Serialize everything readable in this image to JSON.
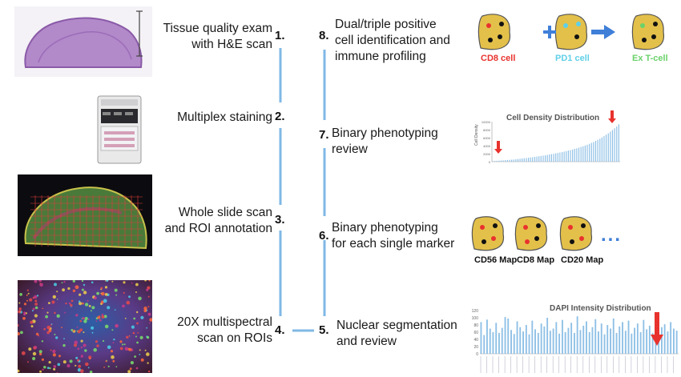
{
  "steps": [
    {
      "num": "1.",
      "text": [
        "Tissue quality exam",
        "with H&E scan"
      ]
    },
    {
      "num": "2.",
      "text": [
        "Multiplex staining"
      ]
    },
    {
      "num": "3.",
      "text": [
        "Whole slide scan",
        "and ROI annotation"
      ]
    },
    {
      "num": "4.",
      "text": [
        "20X multispectral",
        "scan on ROIs"
      ]
    },
    {
      "num": "5.",
      "text": [
        "Nuclear segmentation",
        "and review"
      ]
    },
    {
      "num": "6.",
      "text": [
        "Binary phenotyping",
        "for each single marker"
      ]
    },
    {
      "num": "7.",
      "text": [
        "Binary phenotyping",
        "review"
      ]
    },
    {
      "num": "8.",
      "text": [
        "Dual/triple positive",
        "cell identification and",
        "immune profiling"
      ]
    }
  ],
  "cell_diagram": {
    "cells": [
      {
        "label": "CD8 cell",
        "color": "#e8322d",
        "dots": [
          "#e8322d",
          "#111",
          "#111",
          "#111"
        ]
      },
      {
        "label": "PD1 cell",
        "color": "#5fd0e8",
        "dots": [
          "#5fd0e8",
          "#5fd0e8",
          "#111"
        ]
      },
      {
        "label": "Ex T-cell",
        "color": "#6ad26a",
        "dots": [
          "#6ad26a",
          "#111",
          "#111",
          "#111"
        ]
      }
    ],
    "plus_icon": "plus-icon",
    "arrow_icon": "arrow-right-icon"
  },
  "maps": {
    "labels": [
      "CD56 Map",
      "CD8 Map",
      "CD20 Map"
    ],
    "ellipsis": "..."
  },
  "colors": {
    "line": "#7fb8e6",
    "cell_fill": "#e3c04a",
    "cell_stroke": "#555",
    "bar": "#8fc0e6",
    "marker": "#e8322d",
    "plus": "#3f7fd8",
    "arrow": "#3f7fd8"
  },
  "chart_data": [
    {
      "type": "bar",
      "title": "Cell Density Distribution",
      "ylabel": "Cell Density",
      "y_ticks": [
        "10000",
        "8000",
        "6000",
        "4000",
        "2000",
        "0"
      ],
      "ylim": [
        0,
        10000
      ],
      "values": [
        150,
        180,
        220,
        260,
        300,
        340,
        380,
        420,
        460,
        500,
        560,
        620,
        680,
        740,
        800,
        860,
        920,
        990,
        1060,
        1130,
        1200,
        1280,
        1360,
        1440,
        1520,
        1610,
        1700,
        1790,
        1880,
        1980,
        2080,
        2180,
        2290,
        2400,
        2520,
        2640,
        2770,
        2900,
        3040,
        3190,
        3340,
        3500,
        3670,
        3850,
        4040,
        4240,
        4460,
        4690,
        4930,
        5190,
        5460,
        5750,
        6060,
        6390,
        6740,
        7110,
        7500,
        7920,
        8360,
        8830,
        9330
      ],
      "grid": false,
      "legend": "none"
    },
    {
      "type": "bar",
      "title": "DAPI Intensity Distribution",
      "y_ticks": [
        "120",
        "100",
        "80",
        "60",
        "40",
        "20",
        "0"
      ],
      "ylim": [
        0,
        120
      ],
      "values": [
        88,
        52,
        95,
        70,
        60,
        86,
        58,
        72,
        102,
        98,
        66,
        55,
        90,
        74,
        62,
        80,
        54,
        92,
        68,
        58,
        84,
        76,
        100,
        64,
        70,
        88,
        56,
        94,
        60,
        72,
        86,
        58,
        104,
        66,
        78,
        90,
        60,
        74,
        96,
        62,
        84,
        54,
        80,
        70,
        98,
        58,
        76,
        88,
        64,
        92,
        56,
        72,
        84,
        60,
        94,
        68,
        78,
        58,
        90,
        66,
        74,
        82,
        62,
        88,
        70,
        64
      ],
      "grid": false,
      "legend": "none"
    }
  ]
}
